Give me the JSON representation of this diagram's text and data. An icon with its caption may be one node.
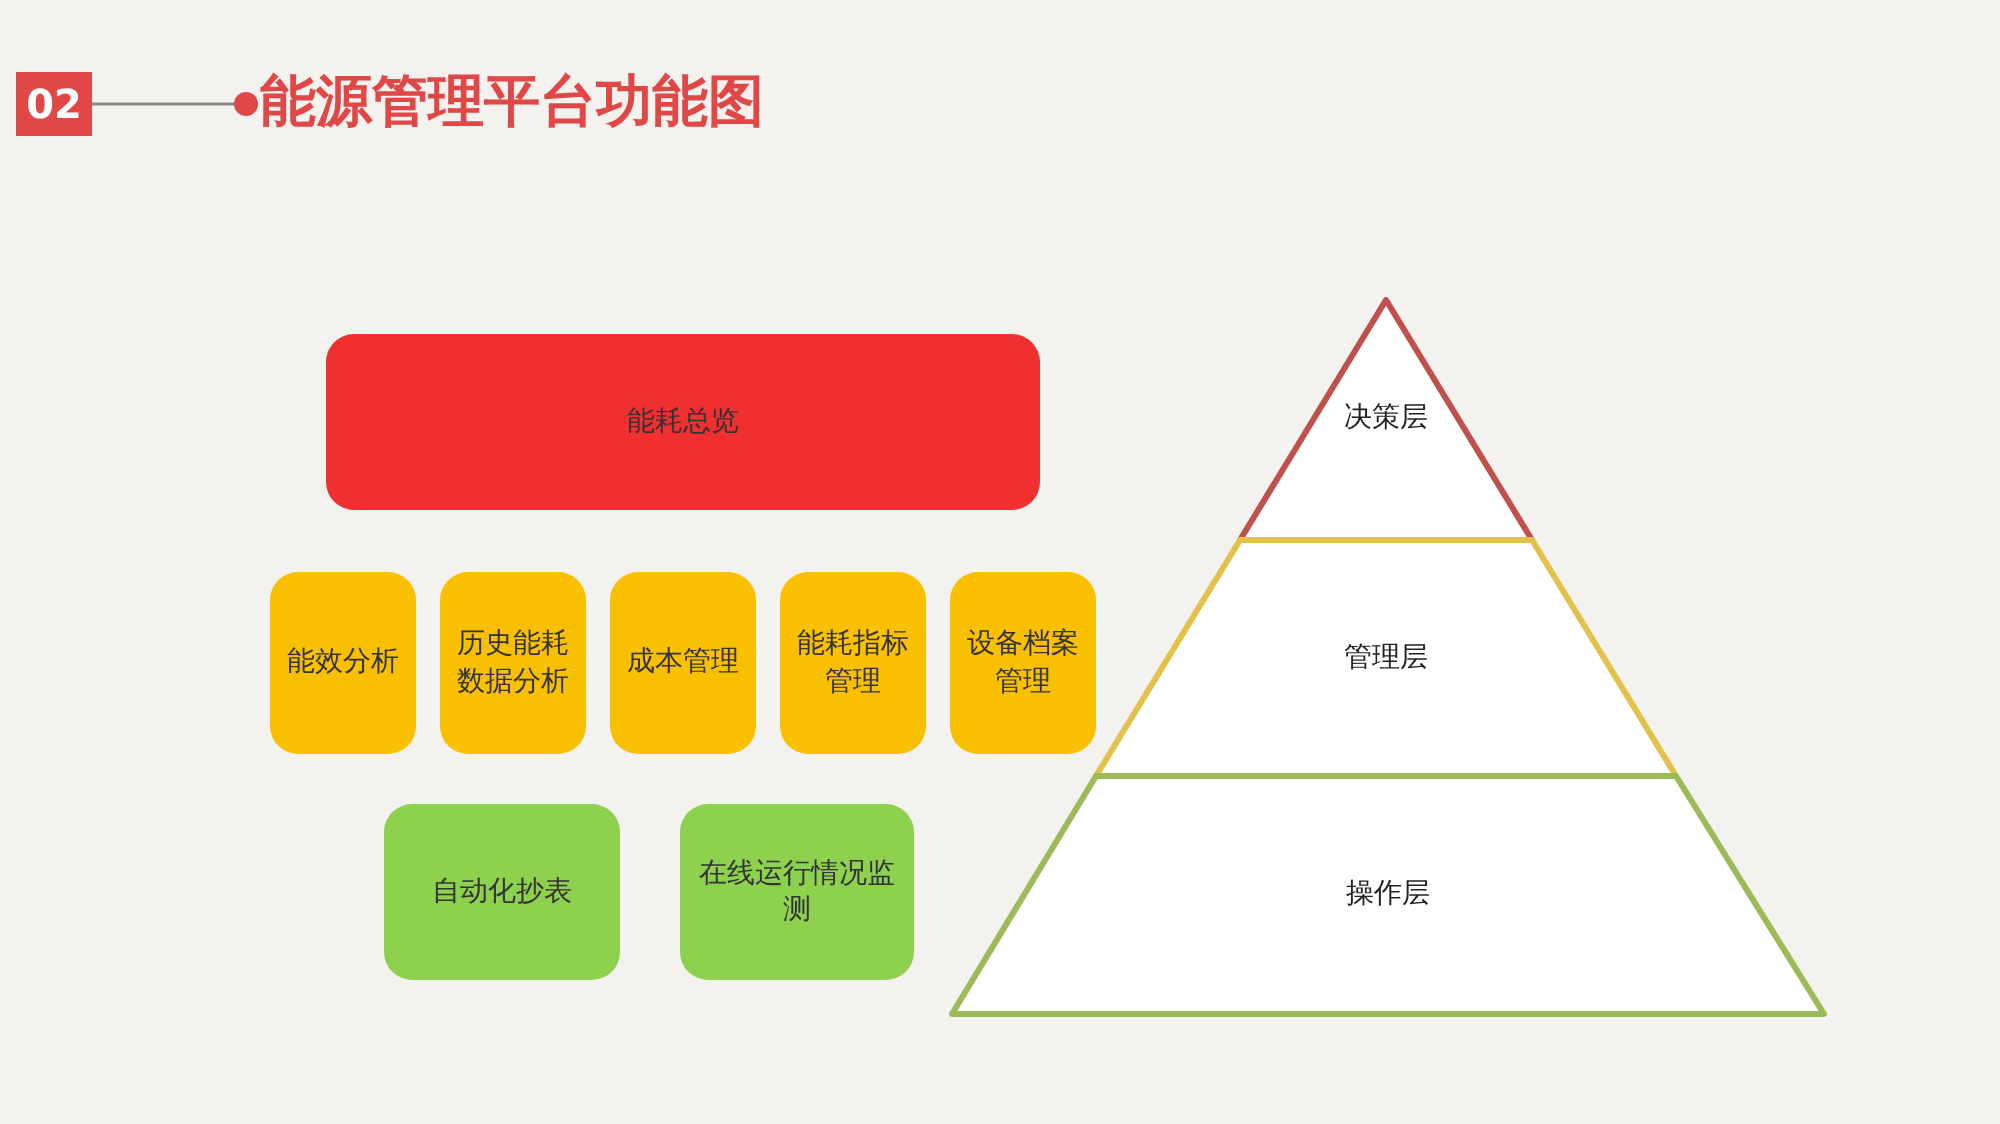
{
  "diagram": {
    "title": "能源管理平台功能图",
    "nodes": [
      {
        "text": [
          "能耗总览"
        ]
      },
      {
        "text": [
          "能效分析"
        ]
      },
      {
        "text": [
          "历史能耗数据分析"
        ]
      },
      {
        "text": [
          "成本管理"
        ]
      },
      {
        "text": [
          "能耗指标管理"
        ]
      },
      {
        "text": [
          "设备档案管理"
        ]
      },
      {
        "text": [
          "自动化抄表"
        ]
      },
      {
        "text": [
          "在线运行情况监测"
        ]
      },
      {
        "text": [
          "决策层"
        ]
      },
      {
        "text": [
          "管理层"
        ]
      },
      {
        "text": [
          "操作层"
        ]
      }
    ],
    "labels": [
      "02"
    ]
  }
}
